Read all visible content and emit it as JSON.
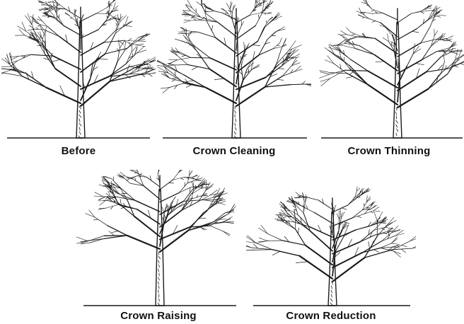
{
  "captions": {
    "before": "Before",
    "cleaning": "Crown Cleaning",
    "thinning": "Crown Thinning",
    "raising": "Crown Raising",
    "reduction": "Crown Reduction"
  },
  "colors": {
    "ink": "#1a1a1a",
    "background": "#ffffff"
  }
}
